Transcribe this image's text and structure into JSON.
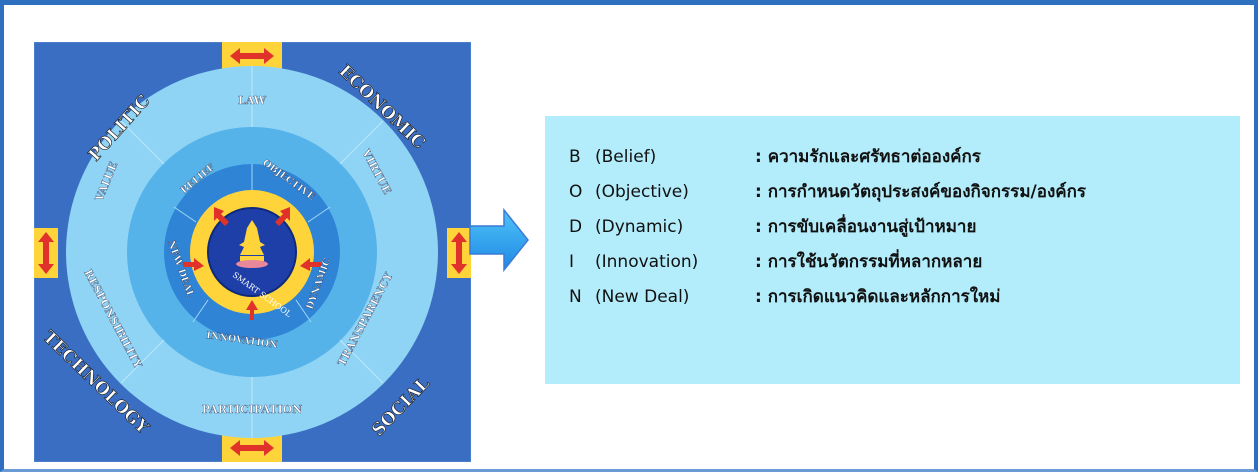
{
  "diagram": {
    "outer_labels": {
      "top_left": "POLITIC",
      "top_right": "ECONOMIC",
      "bottom_left": "TECHNOLOGY",
      "bottom_right": "SOCIAL"
    },
    "ring2": {
      "top": "LAW",
      "top_right": "VIRTUE",
      "right": "TRANSPARENCY",
      "bottom": "PARTICIPATION",
      "left": "RESPONSIBILITY",
      "top_left": "VALUE"
    },
    "ring1": {
      "top_left": "BELIEF",
      "top_right": "OBJECTIVE",
      "right": "DYNAMIC",
      "bottom": "INNOVATION",
      "left": "NEW DEAL"
    },
    "center": "SMART SCHOOL",
    "colors": {
      "background": "#3a6ec2",
      "outer_ring": "#8fd3f5",
      "middle_ring": "#56b3ea",
      "inner_ring": "#2f84d6",
      "yellow_ring": "#ffd43b",
      "core": "#1e3fa8",
      "red": "#e0312a"
    }
  },
  "definitions": [
    {
      "letter": "B",
      "word": "(Belief)",
      "meaning": ": ความรักและศรัทธาต่อองค์กร"
    },
    {
      "letter": "O",
      "word": "(Objective)",
      "meaning": ": การกำหนดวัตถุประสงค์ของกิจกรรม/องค์กร"
    },
    {
      "letter": "D",
      "word": "(Dynamic)",
      "meaning": ": การขับเคลื่อนงานสู่เป้าหมาย"
    },
    {
      "letter": "I",
      "word": "(Innovation)",
      "meaning": ": การใช้นวัตกรรมที่หลากหลาย"
    },
    {
      "letter": "N",
      "word": "(New Deal)",
      "meaning": ": การเกิดแนวคิดและหลักการใหม่"
    }
  ]
}
